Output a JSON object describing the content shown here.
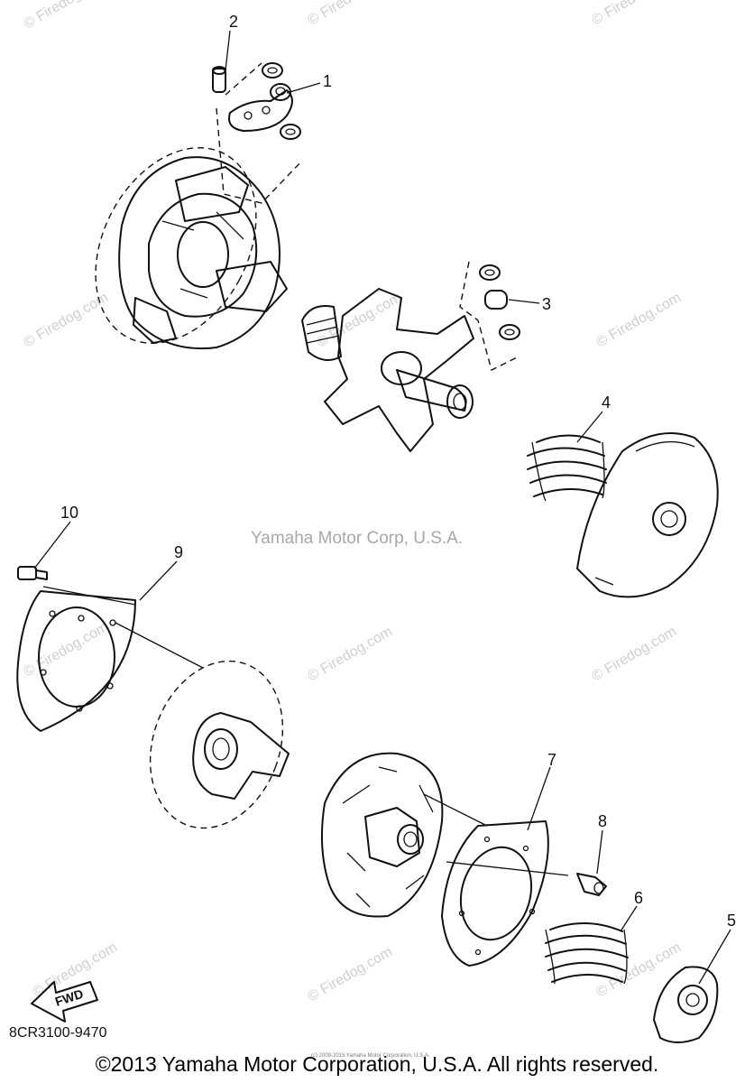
{
  "diagram": {
    "callouts": [
      "1",
      "2",
      "3",
      "4",
      "5",
      "6",
      "7",
      "8",
      "9",
      "10"
    ],
    "part_code": "8CR3100-9470",
    "center_watermark": "Yamaha Motor Corp, U.S.A.",
    "site_watermark": "© Firedog.com",
    "tiny_notice": "(c) 2009-2015 Yamaha Motor Corporation, U.S.A.",
    "fwd_label": "FWD"
  },
  "footer": {
    "copyright": "©2013 Yamaha Motor Corporation, U.S.A. All rights reserved."
  }
}
